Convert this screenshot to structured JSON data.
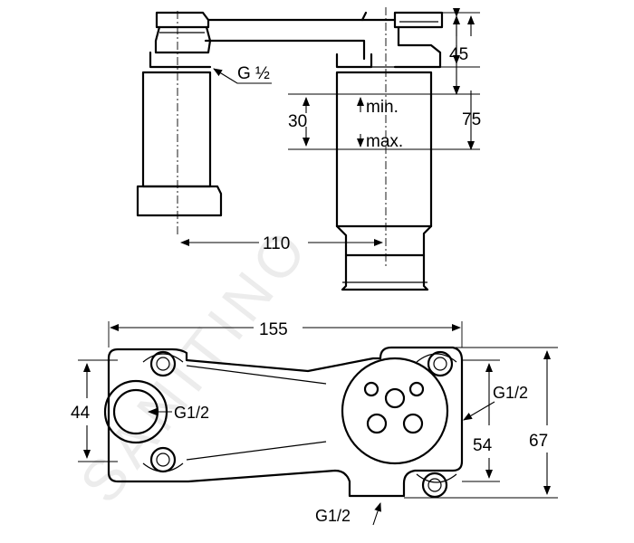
{
  "watermark": "SANITINO",
  "top_view": {
    "connection_label": "G ½",
    "height_dimension": "45",
    "depth_dimension": "75",
    "adjust_dimension": "30",
    "min_label": "min.",
    "max_label": "max.",
    "spacing_dimension": "110"
  },
  "bottom_view": {
    "width_dimension": "155",
    "left_dimension": "44",
    "height_dimension": "67",
    "inner_dimension": "54",
    "inlet_left_label": "G1/2",
    "inlet_right_label": "G1/2",
    "inlet_bottom_label": "G1/2"
  }
}
